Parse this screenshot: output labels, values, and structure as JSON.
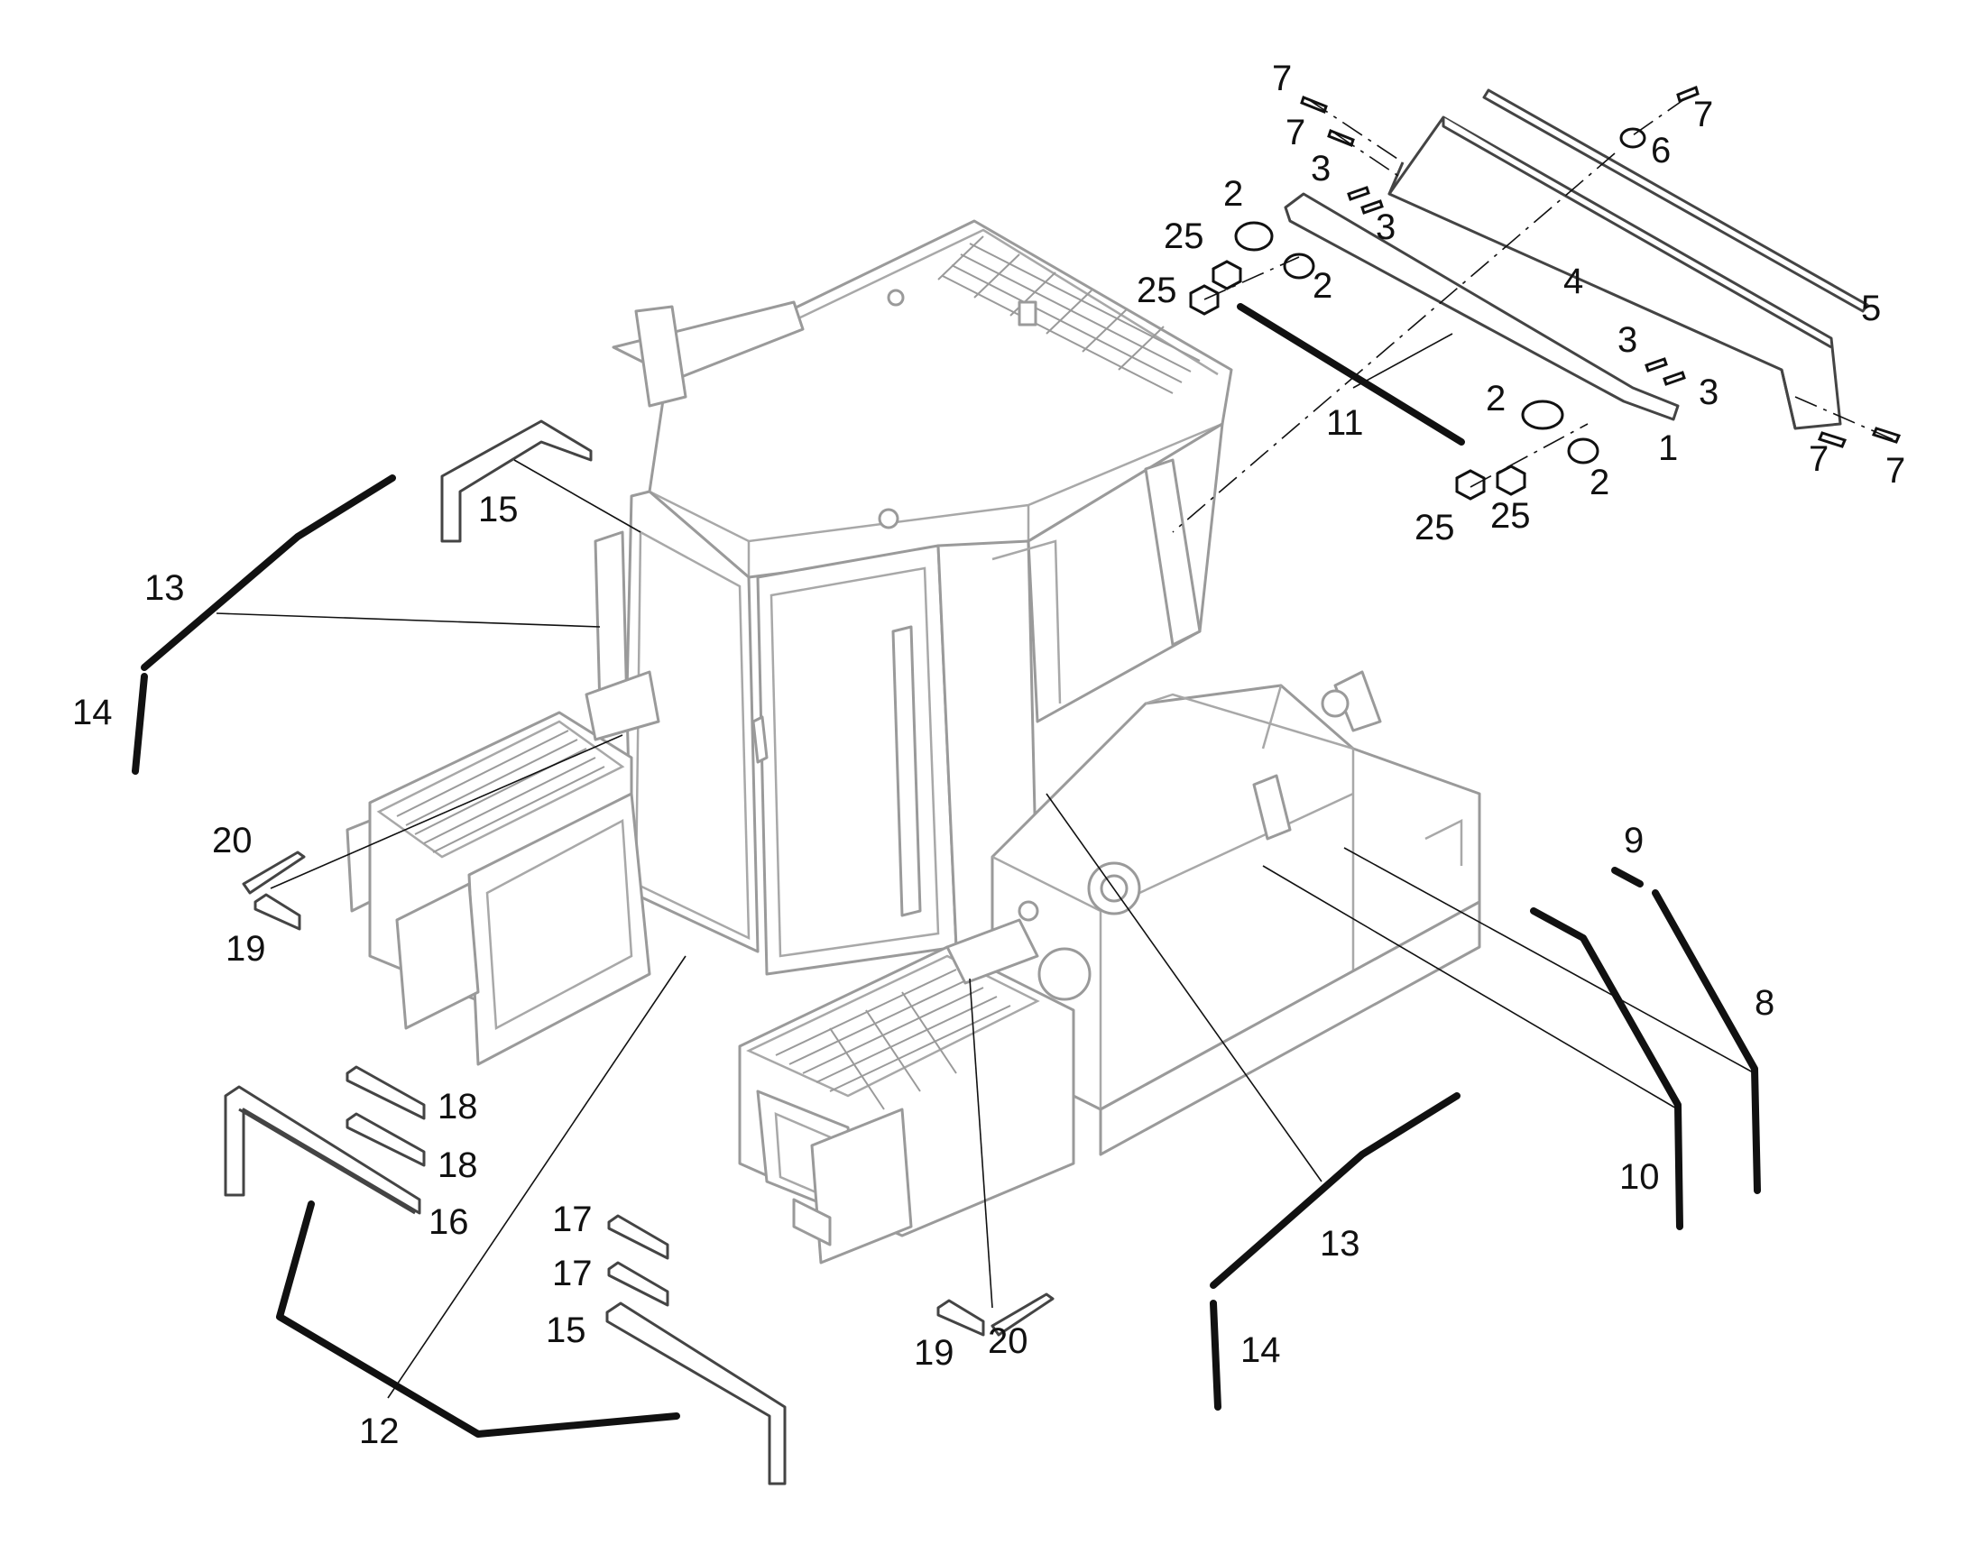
{
  "callouts": {
    "c1": "1",
    "c2a": "2",
    "c2b": "2",
    "c2c": "2",
    "c2d": "2",
    "c3a": "3",
    "c3b": "3",
    "c3c": "3",
    "c3d": "3",
    "c4": "4",
    "c5": "5",
    "c6": "6",
    "c7a": "7",
    "c7b": "7",
    "c7c": "7",
    "c7d": "7",
    "c7e": "7",
    "c8": "8",
    "c9": "9",
    "c10": "10",
    "c11": "11",
    "c12": "12",
    "c13a": "13",
    "c13b": "13",
    "c14a": "14",
    "c14b": "14",
    "c15a": "15",
    "c15b": "15",
    "c16": "16",
    "c17a": "17",
    "c17b": "17",
    "c18a": "18",
    "c18b": "18",
    "c19a": "19",
    "c19b": "19",
    "c20a": "20",
    "c20b": "20",
    "c25a": "25",
    "c25b": "25",
    "c25c": "25",
    "c25d": "25"
  },
  "colors": {
    "line": "#111111",
    "machine": "#9a9a9a",
    "background": "#ffffff"
  }
}
